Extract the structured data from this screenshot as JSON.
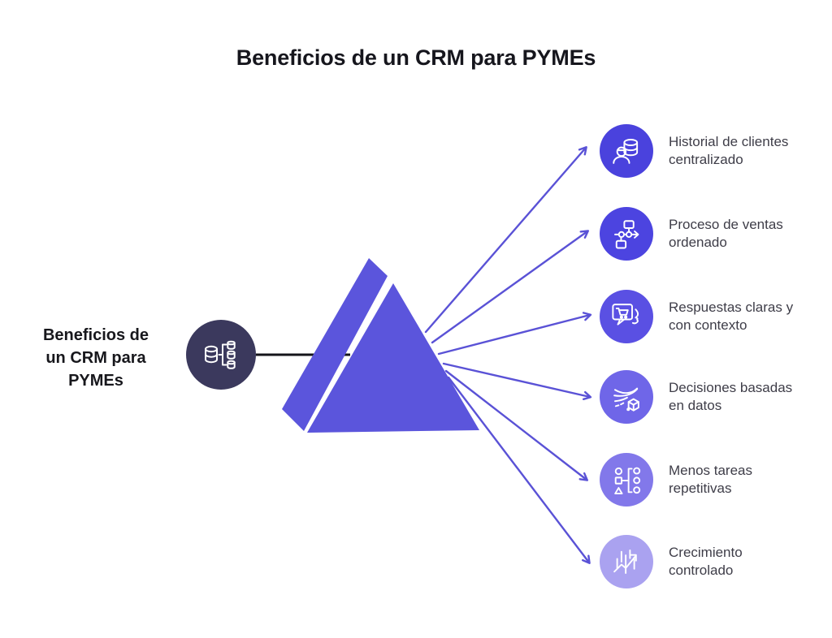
{
  "title": "Beneficios de un CRM para PYMEs",
  "hub": {
    "lines": [
      "Beneficios de",
      "un CRM para",
      "PYMEs"
    ],
    "icon": "database-branch-icon",
    "circle_color": "#3b395d"
  },
  "colors": {
    "background": "#ffffff",
    "prism": "#5b55dc",
    "arrow": "#5a52d6",
    "connector": "#14141a",
    "title_text": "#16161d",
    "label_text": "#3e3d48",
    "icon_stroke": "#ffffff"
  },
  "benefits": [
    {
      "lines": [
        "Historial de clientes",
        "centralizado"
      ],
      "icon": "person-database-icon",
      "color": "#4a42dd"
    },
    {
      "lines": [
        "Proceso de ventas",
        "ordenado"
      ],
      "icon": "flowchart-icon",
      "color": "#4c44e0"
    },
    {
      "lines": [
        "Respuestas claras y",
        "con contexto"
      ],
      "icon": "chat-cart-icon",
      "color": "#5a50e3"
    },
    {
      "lines": [
        "Decisiones basadas",
        "en datos"
      ],
      "icon": "data-flow-cube-icon",
      "color": "#6f66e8"
    },
    {
      "lines": [
        "Menos tareas",
        "repetitivas"
      ],
      "icon": "shapes-bracket-icon",
      "color": "#8278ea"
    },
    {
      "lines": [
        "Crecimiento",
        "controlado"
      ],
      "icon": "growth-chart-icon",
      "color": "#aaa2f0"
    }
  ]
}
